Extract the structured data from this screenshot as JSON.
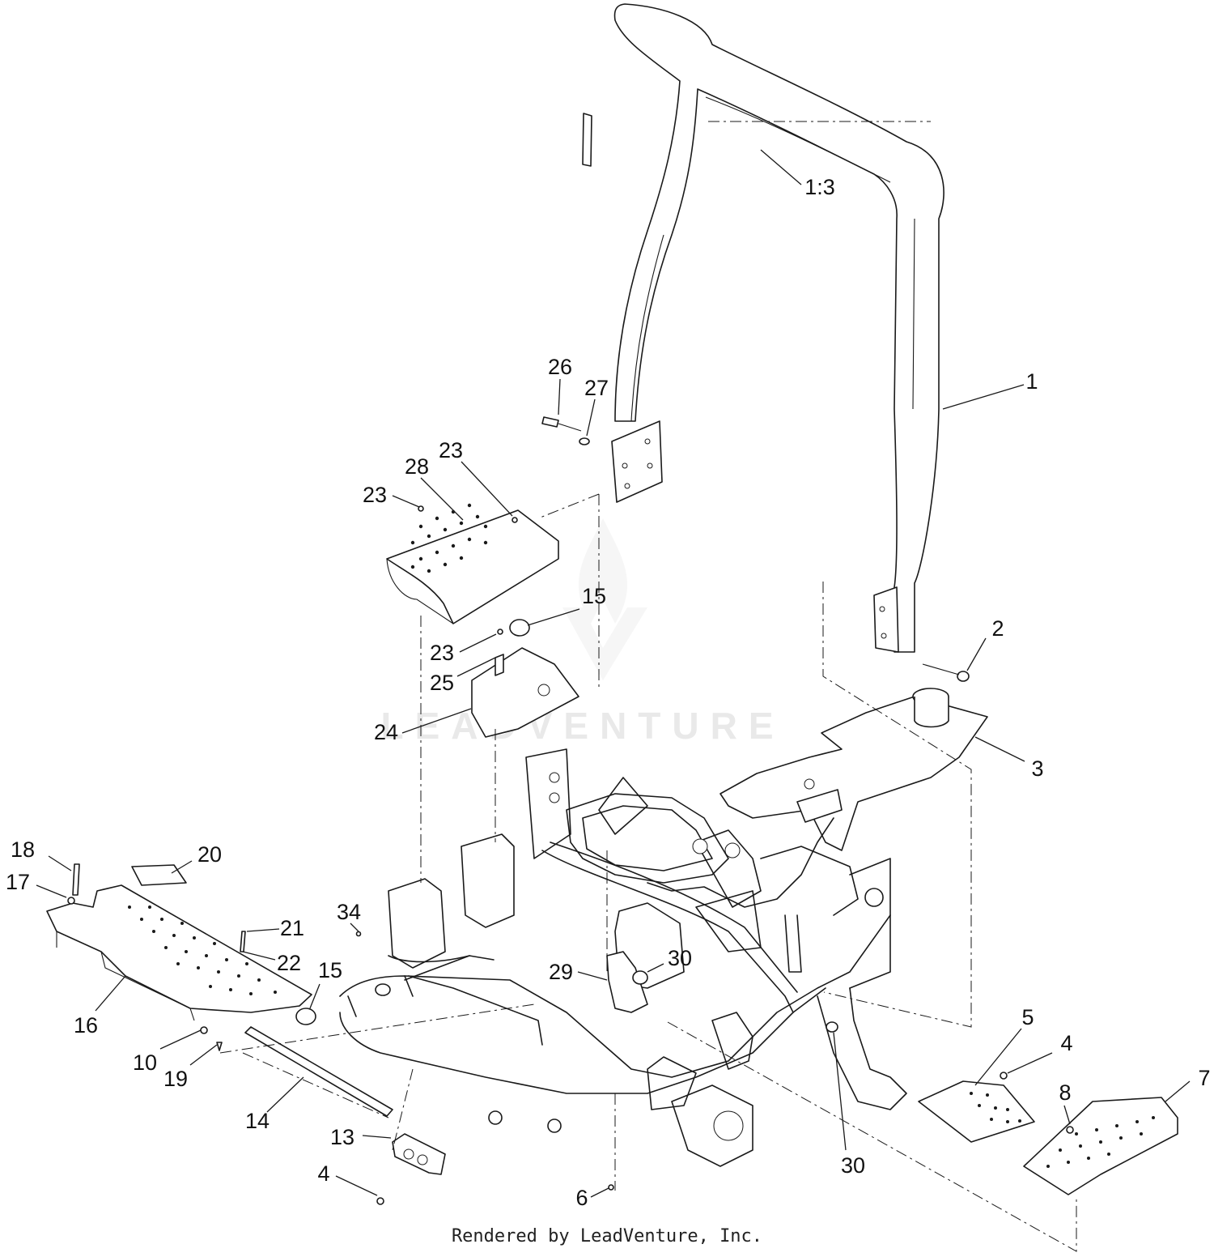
{
  "diagram": {
    "watermark": "LEADVENTURE",
    "footer": "Rendered by LeadVenture, Inc.",
    "callouts": [
      {
        "id": "c-1-3",
        "label": "1:3"
      },
      {
        "id": "c-1",
        "label": "1"
      },
      {
        "id": "c-2",
        "label": "2"
      },
      {
        "id": "c-3",
        "label": "3"
      },
      {
        "id": "c-26",
        "label": "26"
      },
      {
        "id": "c-27",
        "label": "27"
      },
      {
        "id": "c-23a",
        "label": "23"
      },
      {
        "id": "c-28",
        "label": "28"
      },
      {
        "id": "c-23b",
        "label": "23"
      },
      {
        "id": "c-15a",
        "label": "15"
      },
      {
        "id": "c-23c",
        "label": "23"
      },
      {
        "id": "c-25",
        "label": "25"
      },
      {
        "id": "c-24",
        "label": "24"
      },
      {
        "id": "c-18",
        "label": "18"
      },
      {
        "id": "c-17",
        "label": "17"
      },
      {
        "id": "c-20",
        "label": "20"
      },
      {
        "id": "c-21",
        "label": "21"
      },
      {
        "id": "c-22",
        "label": "22"
      },
      {
        "id": "c-34",
        "label": "34"
      },
      {
        "id": "c-15b",
        "label": "15"
      },
      {
        "id": "c-16",
        "label": "16"
      },
      {
        "id": "c-10",
        "label": "10"
      },
      {
        "id": "c-19",
        "label": "19"
      },
      {
        "id": "c-14",
        "label": "14"
      },
      {
        "id": "c-13",
        "label": "13"
      },
      {
        "id": "c-4a",
        "label": "4"
      },
      {
        "id": "c-29",
        "label": "29"
      },
      {
        "id": "c-30a",
        "label": "30"
      },
      {
        "id": "c-5",
        "label": "5"
      },
      {
        "id": "c-4b",
        "label": "4"
      },
      {
        "id": "c-7",
        "label": "7"
      },
      {
        "id": "c-8",
        "label": "8"
      },
      {
        "id": "c-30b",
        "label": "30"
      },
      {
        "id": "c-6",
        "label": "6"
      }
    ]
  }
}
